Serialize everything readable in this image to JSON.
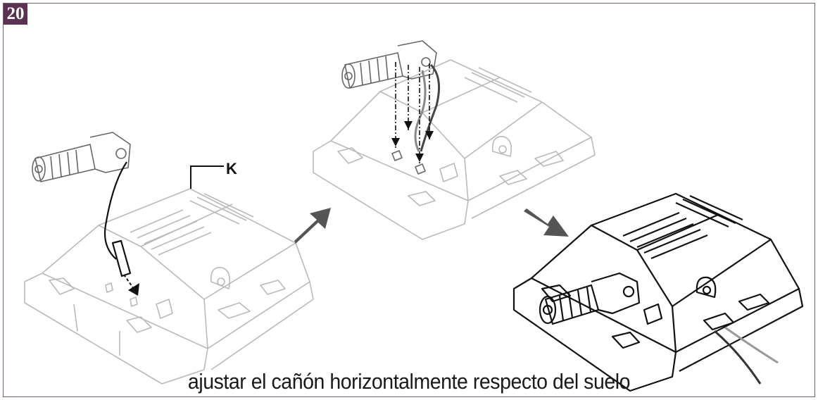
{
  "step_number": "20",
  "callout_label": "K",
  "caption": "ajustar el cañón horizontalmente respecto del suelo",
  "colors": {
    "badge_background": "#5b3352",
    "frame_border": "#7a5a6e",
    "arrow_gray": "#555555"
  }
}
